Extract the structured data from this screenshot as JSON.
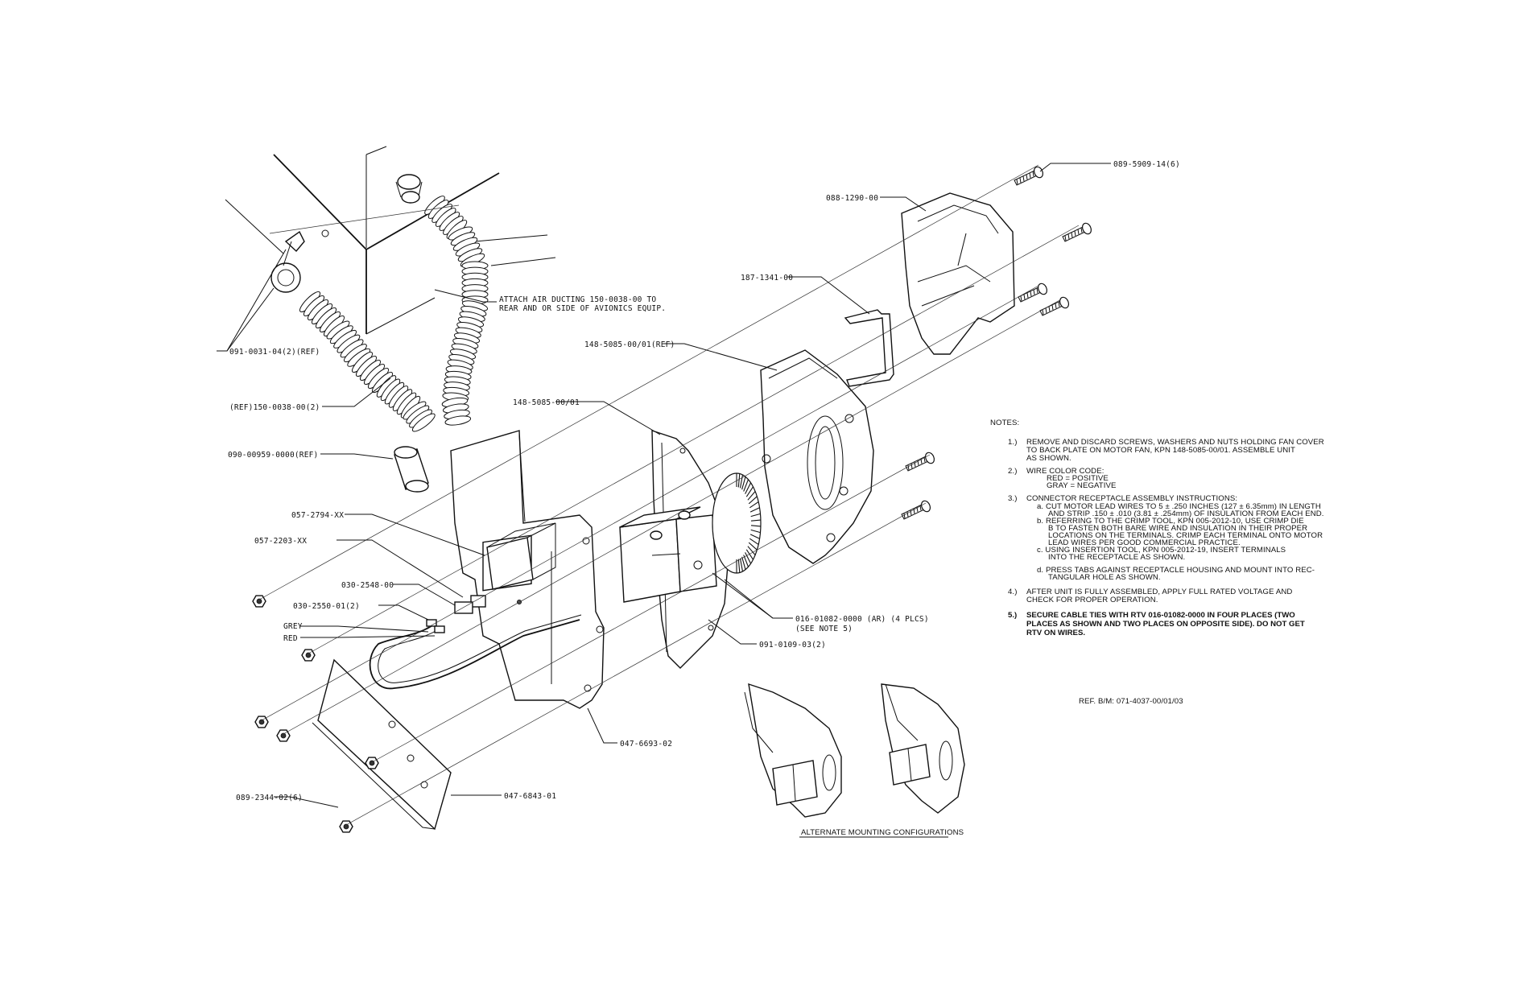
{
  "callouts": {
    "screw_089_5909": "089-5909-14(6)",
    "cover_088_1290": "088-1290-00",
    "bracket_187_1341": "187-1341-00",
    "plate_148_5085_ref": "148-5085-00/01(REF)",
    "plate_148_5085": "148-5085-00/01",
    "attach_line1": "ATTACH AIR DUCTING 150-0038-00 TO",
    "attach_line2": "REAR AND OR SIDE OF AVIONICS EQUIP.",
    "clamp_091_0031": "091-0031-04(2)(REF)",
    "duct_150_0038": "(REF)150-0038-00(2)",
    "sleeve_090_00959": "090-00959-0000(REF)",
    "conn_057_2794": "057-2794-XX",
    "conn_057_2203": "057-2203-XX",
    "term_030_2548": "030-2548-00",
    "term_030_2550": "030-2550-01(2)",
    "wire_grey": "GREY",
    "wire_red": "RED",
    "rtv_line1": "016-01082-0000 (AR) (4 PLCS)",
    "rtv_line2": "(SEE NOTE 5)",
    "tie_091_0109": "091-0109-03(2)",
    "plate_047_6693": "047-6693-02",
    "nut_089_2344": "089-2344-02(6)",
    "bracket_047_6843": "047-6843-01"
  },
  "notes": {
    "heading": "NOTES:",
    "n1_num": "1.)",
    "n1_l1": "REMOVE AND DISCARD SCREWS, WASHERS AND NUTS HOLDING FAN COVER",
    "n1_l2": "TO BACK PLATE ON MOTOR FAN, KPN 148-5085-00/01. ASSEMBLE UNIT",
    "n1_l3": "AS SHOWN.",
    "n2_num": "2.)",
    "n2_l1": "WIRE COLOR CODE:",
    "n2_l2": "RED = POSITIVE",
    "n2_l3": "GRAY = NEGATIVE",
    "n3_num": "3.)",
    "n3_l1": "CONNECTOR RECEPTACLE ASSEMBLY INSTRUCTIONS:",
    "n3_a1": "a.  CUT MOTOR LEAD WIRES TO 5 ± .250 INCHES (127 ± 6.35mm) IN LENGTH",
    "n3_a2": "AND STRIP .150 ± .010 (3.81 ± .254mm) OF INSULATION FROM EACH END.",
    "n3_b1": "b.  REFERRING TO THE CRIMP TOOL, KPN 005-2012-10, USE CRIMP DIE",
    "n3_b2": "B TO FASTEN BOTH BARE WIRE AND INSULATION IN THEIR PROPER",
    "n3_b3": "LOCATIONS ON THE TERMINALS. CRIMP EACH TERMINAL ONTO MOTOR",
    "n3_b4": "LEAD WIRES PER GOOD COMMERCIAL PRACTICE.",
    "n3_c1": "c.  USING INSERTION TOOL, KPN 005-2012-19, INSERT TERMINALS",
    "n3_c2": "INTO THE RECEPTACLE AS SHOWN.",
    "n3_d1": "d.  PRESS TABS AGAINST RECEPTACLE HOUSING AND MOUNT INTO REC-",
    "n3_d2": "TANGULAR HOLE AS SHOWN.",
    "n4_num": "4.)",
    "n4_l1": "AFTER UNIT IS FULLY ASSEMBLED, APPLY FULL RATED VOLTAGE AND",
    "n4_l2": "CHECK FOR PROPER OPERATION.",
    "n5_num": "5.)",
    "n5_l1": "SECURE CABLE TIES WITH RTV 016-01082-0000 IN FOUR PLACES (TWO",
    "n5_l2": "PLACES AS SHOWN AND TWO PLACES ON OPPOSITE SIDE). DO NOT GET",
    "n5_l3": "RTV ON WIRES."
  },
  "ref_bm": "REF. B/M:  071-4037-00/01/03",
  "alt_caption": "ALTERNATE MOUNTING CONFIGURATIONS"
}
